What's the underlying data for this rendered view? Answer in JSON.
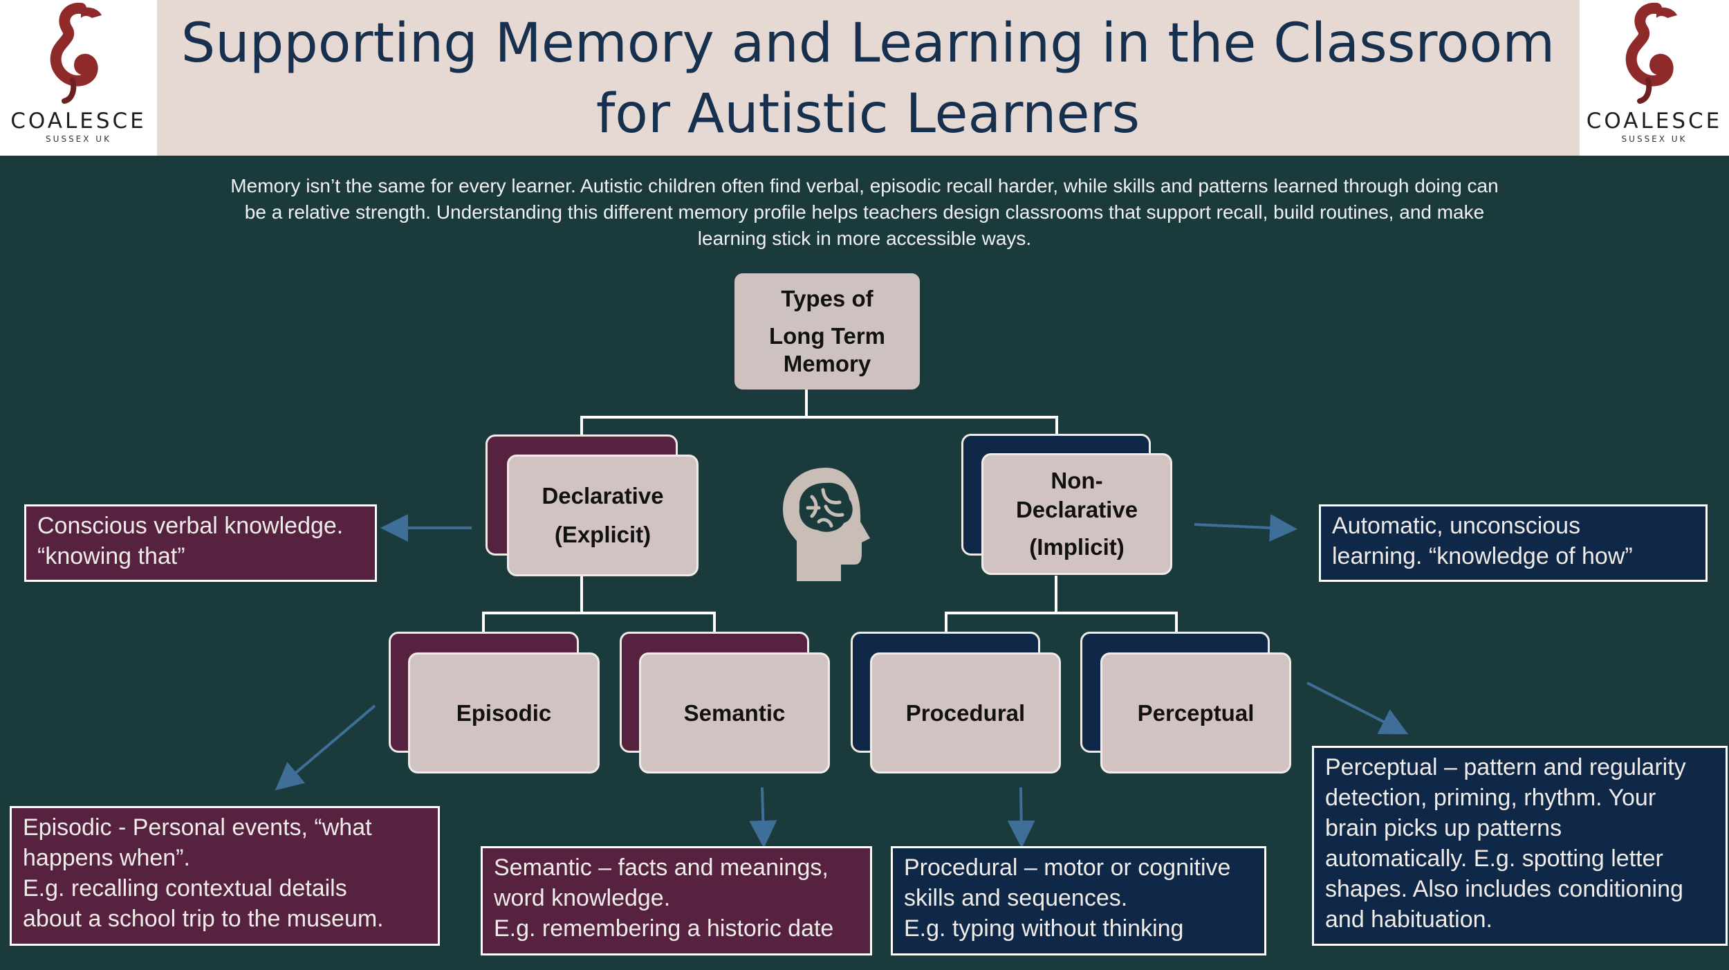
{
  "header": {
    "title_line1": "Supporting Memory and Learning in the Classroom",
    "title_line2": "for Autistic Learners",
    "logo": {
      "word": "COALESCE",
      "sub": "SUSSEX UK",
      "icon": "seahorse-icon"
    }
  },
  "intro": "Memory isn’t the same for every learner. Autistic children often find verbal, episodic recall harder, while skills and patterns learned through doing can be a relative strength. Understanding this different memory profile helps teachers design classrooms that support recall, build routines, and make learning stick in more accessible ways.",
  "diagram": {
    "root": {
      "line1": "Types of",
      "line2": "Long Term",
      "line3": "Memory"
    },
    "declarative": {
      "line1": "Declarative",
      "line2": "(Explicit)"
    },
    "non_declarative": {
      "line1": "Non-",
      "line2": "Declarative",
      "line3": "(Implicit)"
    },
    "center_icon": "brain-head-icon",
    "leaves": {
      "episodic": "Episodic",
      "semantic": "Semantic",
      "procedural": "Procedural",
      "perceptual": "Perceptual"
    }
  },
  "info": {
    "declarative": "Conscious verbal knowledge.\n“knowing that”",
    "non_declarative": "Automatic, unconscious\nlearning.  “knowledge of how”",
    "episodic": "Episodic - Personal events, “what\nhappens when”.\nE.g. recalling contextual details\nabout a school trip to the museum.",
    "semantic": "Semantic – facts and meanings,\nword knowledge.\nE.g. remembering a historic date",
    "procedural": "Procedural – motor or cognitive\nskills and sequences.\nE.g. typing without thinking",
    "perceptual": "Perceptual – pattern and regularity\ndetection, priming, rhythm. Your\nbrain picks up patterns\nautomatically. E.g. spotting letter\nshapes. Also includes conditioning\nand habituation."
  },
  "colors": {
    "background": "#1a3a3c",
    "header": "#e6d8d3",
    "title": "#16304d",
    "plum": "#56223f",
    "navy": "#0f2847",
    "node": "#d1c3c1",
    "arrow": "#3f6f98"
  }
}
